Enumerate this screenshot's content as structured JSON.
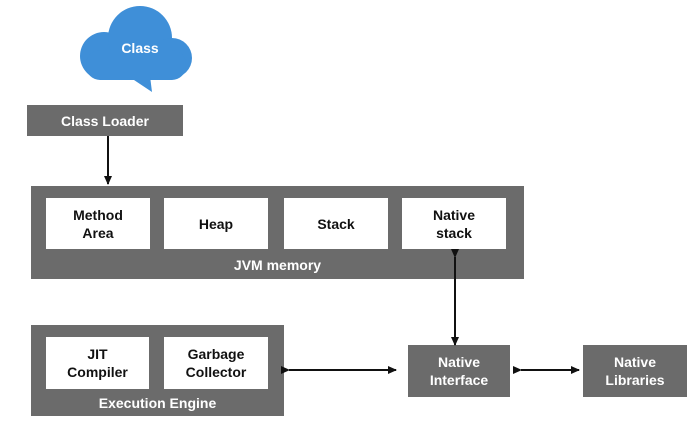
{
  "cloud": {
    "label": "Class",
    "color": "#3f8fd8"
  },
  "class_loader": {
    "label": "Class Loader"
  },
  "jvm_memory": {
    "label": "JVM memory",
    "areas": [
      {
        "label": "Method\nArea"
      },
      {
        "label": "Heap"
      },
      {
        "label": "Stack"
      },
      {
        "label": "Native\nstack"
      }
    ]
  },
  "execution_engine": {
    "label": "Execution Engine",
    "components": [
      {
        "label": "JIT\nCompiler"
      },
      {
        "label": "Garbage\nCollector"
      }
    ]
  },
  "native_interface": {
    "label": "Native\nInterface"
  },
  "native_libraries": {
    "label": "Native\nLibraries"
  },
  "colors": {
    "box": "#6b6b6b",
    "inner": "#ffffff",
    "arrow": "#111111"
  }
}
